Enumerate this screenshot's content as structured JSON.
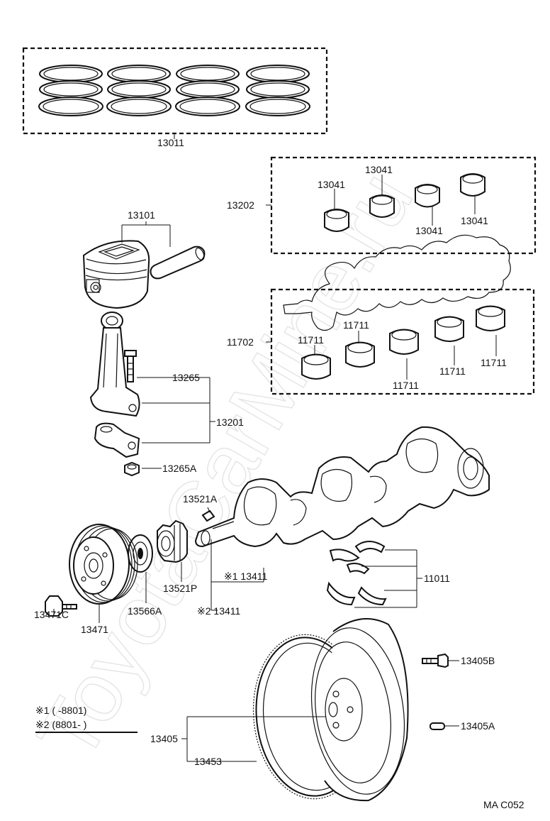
{
  "watermark": "ToyotaCarMine.ru",
  "labels": {
    "p13011": "13011",
    "p13202": "13202",
    "p13041_a": "13041",
    "p13041_b": "13041",
    "p13041_c": "13041",
    "p13041_d": "13041",
    "p13101": "13101",
    "p11702": "11702",
    "p11711_a": "11711",
    "p11711_b": "11711",
    "p11711_c": "11711",
    "p11711_d": "11711",
    "p11711_e": "11711",
    "p13265": "13265",
    "p13201": "13201",
    "p13265A": "13265A",
    "p13521A": "13521A",
    "p13411_1": "※1 13411",
    "p13411_2": "※2 13411",
    "p11011": "11011",
    "p13521P": "13521P",
    "p13471C": "13471C",
    "p13471": "13471",
    "p13566A": "13566A",
    "p13405B": "13405B",
    "p13405A": "13405A",
    "p13405": "13405",
    "p13453": "13453"
  },
  "legend": {
    "note1": "※1 (      -8801)",
    "note2": "※2 (8801-      )"
  },
  "diagram_code": "MA  C052"
}
